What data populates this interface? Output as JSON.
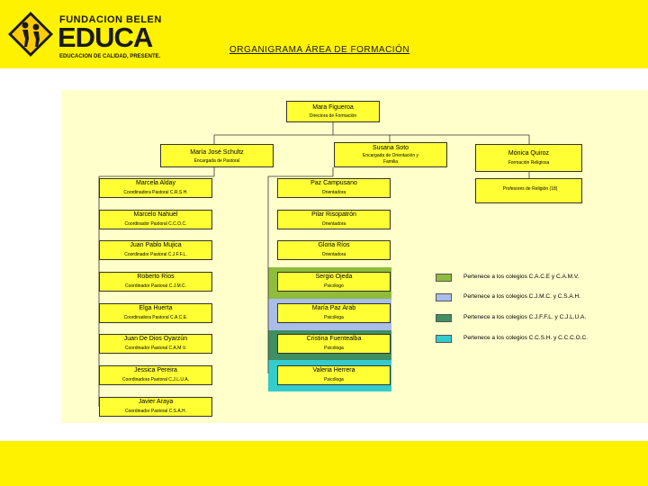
{
  "header": {
    "logo_line1": "FUNDACION BELEN",
    "logo_line2": "EDUCA",
    "logo_line3": "EDUCACION DE CALIDAD, PRESENTE.",
    "title": "ORGANIGRAMA ÁREA DE FORMACIÓN"
  },
  "colors": {
    "band": "#fff200",
    "panel": "#ffffcc",
    "box": "#ffff33",
    "group_green_light": "#8fbc3c",
    "group_blue": "#a9bde8",
    "group_green_dark": "#3f8f63",
    "group_cyan": "#33cccc"
  },
  "director": {
    "name": "Mara Figueroa",
    "role": "Directora de Formación"
  },
  "managers": [
    {
      "name": "María José Schultz",
      "role": "Encargada de Pastoral"
    },
    {
      "name": "Susana Soto",
      "role": "Encargada de Orientación y Familia"
    },
    {
      "name": "Mónica Quiroz",
      "role": "Formación Religiosa"
    }
  ],
  "religion_teachers": "Profesores de Religión (18)",
  "pastoral": [
    {
      "name": "Marcela Alday",
      "role": "Coordinadora Pastoral C.R.S.H."
    },
    {
      "name": "Marcelo Nahuel",
      "role": "Coordinador Pastoral C.C.O.C."
    },
    {
      "name": "Juan Pablo Mujica",
      "role": "Coordinador Pastoral C.J.F.F.L."
    },
    {
      "name": "Roberto Ríos",
      "role": "Coordinador Pastoral C.J.M.C."
    },
    {
      "name": "Elga Huerta",
      "role": "Coordinadora Pastoral C.A.C.E."
    },
    {
      "name": "Juan De Dios Oyarzún",
      "role": "Coordinador Pastoral C.A.M.V."
    },
    {
      "name": "Jessica Pereira",
      "role": "Coordinadora Pastoral C.J.L.U.A."
    },
    {
      "name": "Javier Araya",
      "role": "Coordinador Pastoral C.S.A.H."
    }
  ],
  "orientation": [
    {
      "name": "Paz Campusano",
      "role": "Orientadora"
    },
    {
      "name": "Pilar Risopatrón",
      "role": "Orientadora"
    },
    {
      "name": "Gloria Ríos",
      "role": "Orientadora"
    },
    {
      "name": "Sergio Ojeda",
      "role": "Psicólogo"
    },
    {
      "name": "María Paz Arab",
      "role": "Psicóloga"
    },
    {
      "name": "Cristina Fuentealba",
      "role": "Psicóloga"
    },
    {
      "name": "Valeria Herrera",
      "role": "Psicóloga"
    }
  ],
  "legend": [
    {
      "label": "Pertenece a los colegios C.A.C.E y C.A.M.V.",
      "color": "#8fbc3c"
    },
    {
      "label": "Pertenece a los colegios C.J.M.C. y C.S.A.H.",
      "color": "#a9bde8"
    },
    {
      "label": "Pertenece a los colegios C.J.F.F.L. y C.J.L.U.A.",
      "color": "#3f8f63"
    },
    {
      "label": "Pertenece a los colegios C.C.S.H. y C.C.C.O.C.",
      "color": "#33cccc"
    }
  ]
}
